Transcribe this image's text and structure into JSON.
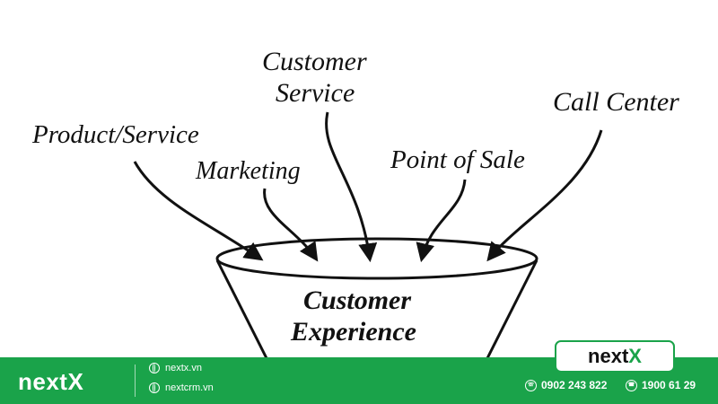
{
  "diagram": {
    "inputs": [
      {
        "id": "product-service",
        "label": "Product/Service"
      },
      {
        "id": "marketing",
        "label": "Marketing"
      },
      {
        "id": "customer-service",
        "label_lines": [
          "Customer",
          "Service"
        ]
      },
      {
        "id": "point-of-sale",
        "label": "Point of Sale"
      },
      {
        "id": "call-center",
        "label": "Call Center"
      }
    ],
    "funnel": {
      "label_lines": [
        "Customer",
        "Experience"
      ]
    }
  },
  "badge": {
    "brand": "next",
    "brand_x": "X"
  },
  "footer": {
    "logo": "nextX",
    "links": [
      "nextx.vn",
      "nextcrm.vn"
    ],
    "phone": "0902 243 822",
    "hotline": "1900 61 29",
    "colors": {
      "accent": "#1aa34a"
    }
  }
}
